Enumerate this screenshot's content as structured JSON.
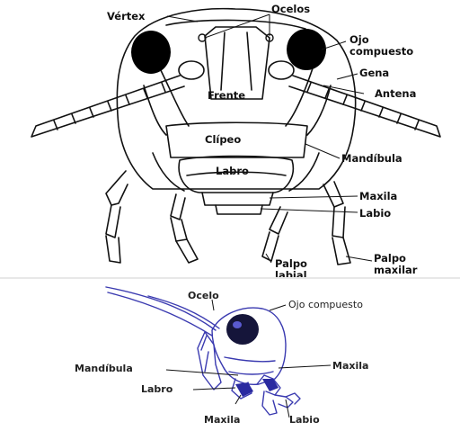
{
  "top_diagram": {
    "labels": {
      "vertex": "Vértex",
      "ocelos": "Ocelos",
      "ojo_compuesto": "Ojo\ncompuesto",
      "gena": "Gena",
      "antena": "Antena",
      "frente": "Frente",
      "clipeo": "Clípeo",
      "labro": "Labro",
      "mandibula": "Mandíbula",
      "maxila": "Maxila",
      "labio": "Labio",
      "palpo_labial": "Palpo\nlabial",
      "palpo_maxilar": "Palpo\nmaxilar"
    }
  },
  "bottom_diagram": {
    "labels": {
      "ocelo": "Ocelo",
      "ojo_compuesto": "Ojo compuesto",
      "maxila_right": "Maxila",
      "mandibula": "Mandíbula",
      "labro": "Labro",
      "maxila_bottom": "Maxila",
      "labio": "Labio"
    },
    "colors": {
      "ink": "#3a3ab0",
      "eye": "#15153a"
    }
  }
}
